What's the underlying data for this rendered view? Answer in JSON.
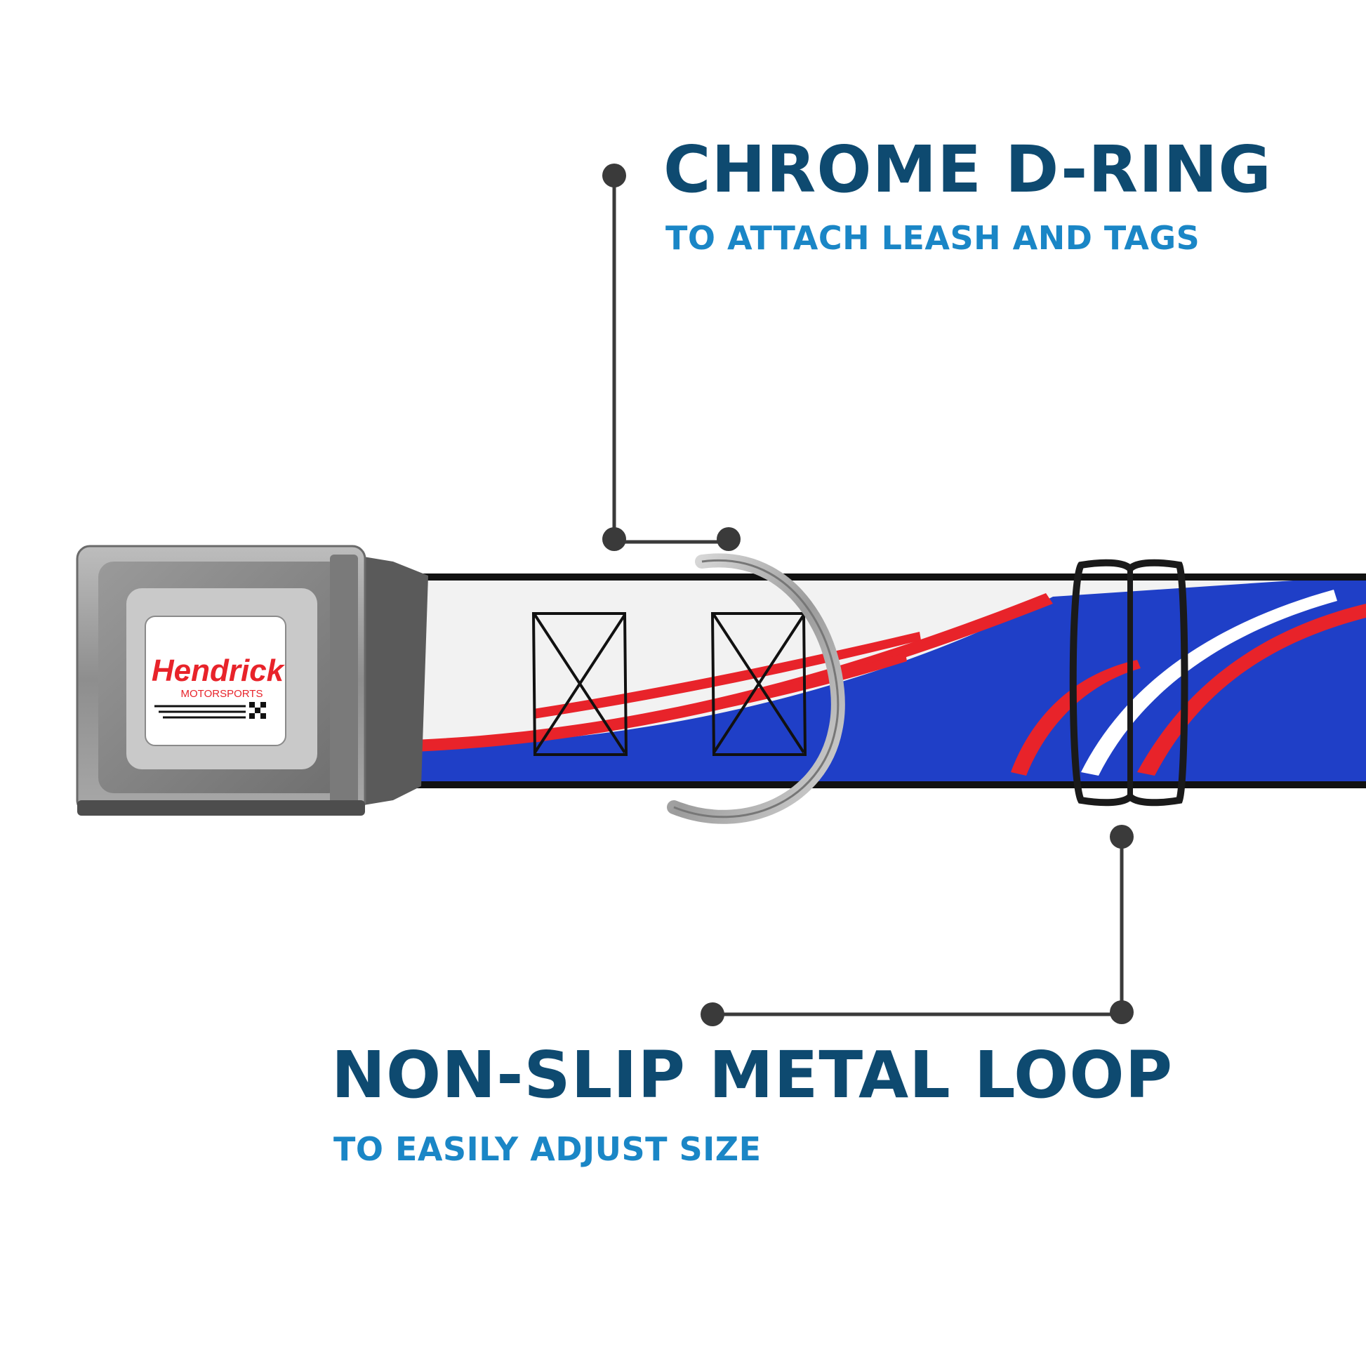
{
  "callouts": {
    "dring": {
      "title": "CHROME D-RING",
      "subtitle": "TO ATTACH LEASH AND TAGS"
    },
    "loop": {
      "title": "NON-SLIP METAL LOOP",
      "subtitle": "TO EASILY ADJUST SIZE"
    }
  },
  "buckle_logo": {
    "brand": "Hendrick",
    "tagline": "MOTORSPORTS"
  },
  "colors": {
    "heading": "#0e4a70",
    "subheading": "#1a86c6",
    "strap_blue": "#1f3fc7",
    "strap_red": "#e8232a",
    "callout_line": "#3a3a3a"
  }
}
